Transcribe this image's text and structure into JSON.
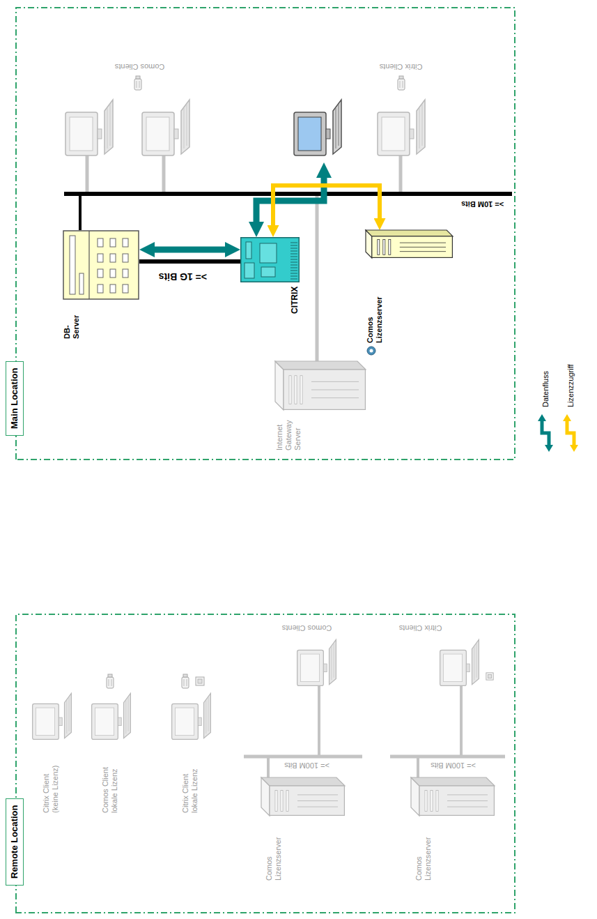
{
  "diagram": {
    "nodes": [
      {
        "text": [
          "Remote Location"
        ]
      },
      {
        "text": [
          "Citrix Client (keine Lizenz)"
        ],
        "in": 0
      },
      {
        "text": [
          "Comos Client lokale Lizenz"
        ],
        "in": 0
      },
      {
        "text": [
          "Citrix Client lokale Lizenz"
        ],
        "in": 0
      },
      {
        "text": [
          "Comos Lizenzserver"
        ],
        "in": 0
      },
      {
        "text": [
          "Comos Clients"
        ],
        "in": 0
      },
      {
        "text": [
          "Comos Lizenzserver"
        ],
        "in": 0
      },
      {
        "text": [
          "Citrix Clients"
        ],
        "in": 0
      },
      {
        "text": [
          "Main Location"
        ]
      },
      {
        "text": [
          "DB- Server"
        ],
        "in": 8
      },
      {
        "text": [
          "CITRIX"
        ],
        "in": 8
      },
      {
        "text": [
          "Comos Lizenzserver"
        ],
        "in": 8
      },
      {
        "text": [
          "Internet Gateway Server"
        ],
        "in": 8
      },
      {
        "text": [
          "Comos Clients"
        ],
        "in": 8
      },
      {
        "text": [
          "Citrix Clients"
        ],
        "in": 8
      }
    ],
    "edges": [
      {
        "from": 9,
        "to": 10,
        "arrow": "both"
      },
      {
        "from": 9,
        "to": 10,
        "arrow": "none"
      },
      {
        "from": 10,
        "to": 14,
        "arrow": "both"
      },
      {
        "from": 10,
        "to": 11,
        "arrow": "both"
      }
    ],
    "labels": [
      ">= 100M Bits",
      ">= 100M Bits",
      ">= 1G Bits",
      ">= 10M Bits"
    ],
    "legend": [
      {
        "text": "Datenfluss",
        "color": "#008080"
      },
      {
        "text": "Lizenzzugriff",
        "color": "#ffcc00"
      }
    ]
  }
}
